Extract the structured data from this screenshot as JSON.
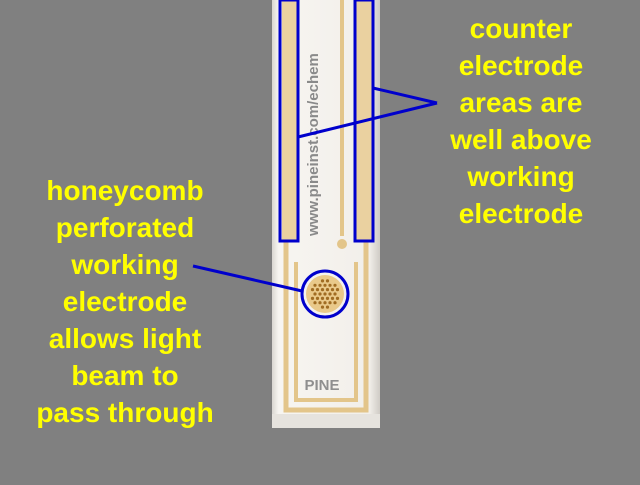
{
  "labels": {
    "counter_electrode": "counter\nelectrode\nareas are\nwell above\nworking\nelectrode",
    "working_electrode": "honeycomb\nperforated\nworking\nelectrode\nallows light\nbeam to\npass through"
  },
  "electrode_text": {
    "url": "www.pineinst.com/echem",
    "brand": "PINE"
  },
  "colors": {
    "background": "#808080",
    "label_text": "#ffff00",
    "callout_line": "#0000cc",
    "electrode_body": "#f4f1ec",
    "gold_trace": "#e3c58a"
  }
}
